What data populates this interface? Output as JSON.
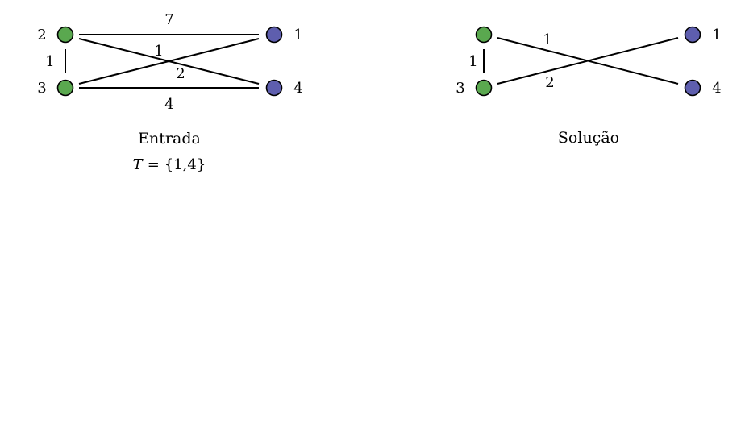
{
  "colors": {
    "terminal": "#5e5eae",
    "steiner": "#5aa84f"
  },
  "left": {
    "caption": "Entrada",
    "terminal_set": {
      "var": "T",
      "eq": "=",
      "set": "{1,4}"
    },
    "nodes": [
      {
        "label": "2",
        "kind": "steiner"
      },
      {
        "label": "3",
        "kind": "steiner"
      },
      {
        "label": "1",
        "kind": "terminal"
      },
      {
        "label": "4",
        "kind": "terminal"
      }
    ],
    "edges": [
      {
        "from": "2",
        "to": "1",
        "weight": "7"
      },
      {
        "from": "2",
        "to": "3",
        "weight": "1"
      },
      {
        "from": "2",
        "to": "4",
        "weight": "1"
      },
      {
        "from": "3",
        "to": "1",
        "weight": "2"
      },
      {
        "from": "3",
        "to": "4",
        "weight": "4"
      }
    ]
  },
  "right": {
    "caption": "Solução",
    "nodes": [
      {
        "label": "3",
        "kind": "steiner"
      },
      {
        "label": "1",
        "kind": "terminal"
      },
      {
        "label": "4",
        "kind": "terminal"
      }
    ],
    "edges": [
      {
        "from": "2",
        "to": "3",
        "weight": "1"
      },
      {
        "from": "2",
        "to": "4",
        "weight": "1"
      },
      {
        "from": "3",
        "to": "1",
        "weight": "2"
      }
    ]
  }
}
